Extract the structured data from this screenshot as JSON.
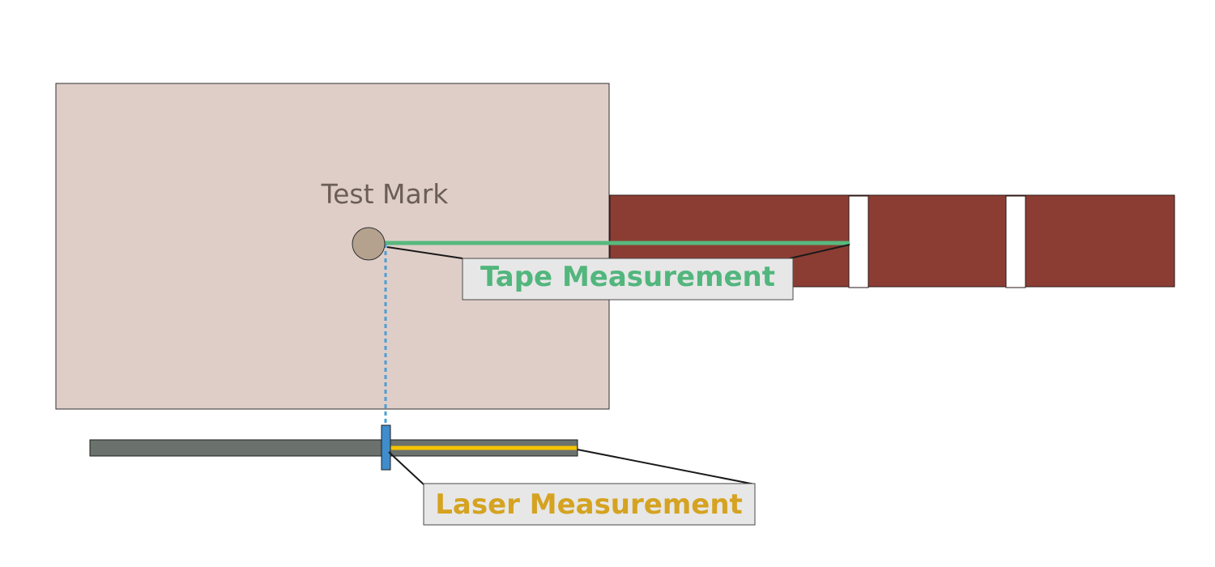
{
  "labels": {
    "test_mark": "Test Mark",
    "tape_measurement": "Tape Measurement",
    "laser_measurement": "Laser Measurement"
  },
  "colors": {
    "background": "#ffffff",
    "area": "#dfcec8",
    "wall": "#8c3d33",
    "marker": "#b5a28e",
    "tape_line": "#57b97f",
    "laser_line": "#4a9fd6",
    "laser_bar": "#6b716d",
    "laser_beam": "#f5c400",
    "laser_handle": "#3f8dcc",
    "label_box": "#e7e7e7",
    "test_mark_text": "#6b5d58",
    "tape_text": "#52b67d",
    "laser_text": "#d5a321"
  }
}
